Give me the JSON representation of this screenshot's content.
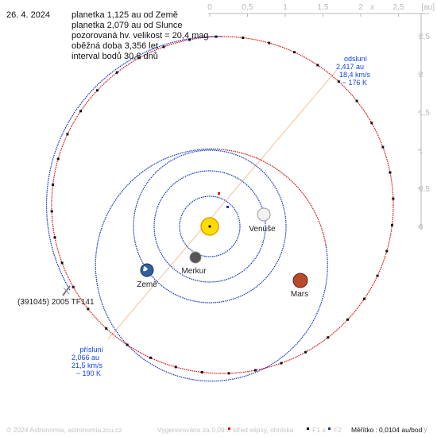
{
  "date": "26. 4. 2024",
  "info_lines": [
    "planetka 1,125 au od Země",
    "planetka 2,079 au od Slunce",
    "pozorovaná hv. velikost = 20,4 mag",
    "oběžná doba 3,356 let",
    "interval bodů 30,6 dnů"
  ],
  "axis": {
    "unit": "[au]",
    "x_label": "x",
    "y_label": "y",
    "x_ticks": [
      "0",
      "0,5",
      "1",
      "1,5",
      "2",
      "2,5"
    ],
    "y_ticks": [
      "2,5",
      "2",
      "1,5",
      "1",
      "0,5",
      "0"
    ]
  },
  "aphelion": {
    "title": "odsluní",
    "distance": "2,417 au",
    "speed": "18,4 km/s",
    "temp": "~ 176 K"
  },
  "perihelion": {
    "title": "přísluní",
    "distance": "2,066 au",
    "speed": "21,5 km/s",
    "temp": "~ 190 K"
  },
  "planets": {
    "venus": "Venuše",
    "mercury": "Merkur",
    "earth": "Země",
    "mars": "Mars"
  },
  "asteroid_name": "(391045) 2005 TF141",
  "footer": {
    "copyright": "© 2024 Astronomia, astronomia.zcu.cz",
    "generated": "Vygenerováno za 0,09 s",
    "legend_center": "střed elipsy, ohniska",
    "f1": "F1 a",
    "f2": "F2",
    "scale_label": "Měřítko :",
    "scale_value": "0,0104 au/bod"
  },
  "colors": {
    "asteroid_orbit": "#dd1111",
    "planet_orbit": "#1133cc",
    "label_blue": "#1144ee",
    "axis_gray": "#b8b8b8",
    "apsis_line": "#f2c49a",
    "sun": "#ffdd00"
  }
}
